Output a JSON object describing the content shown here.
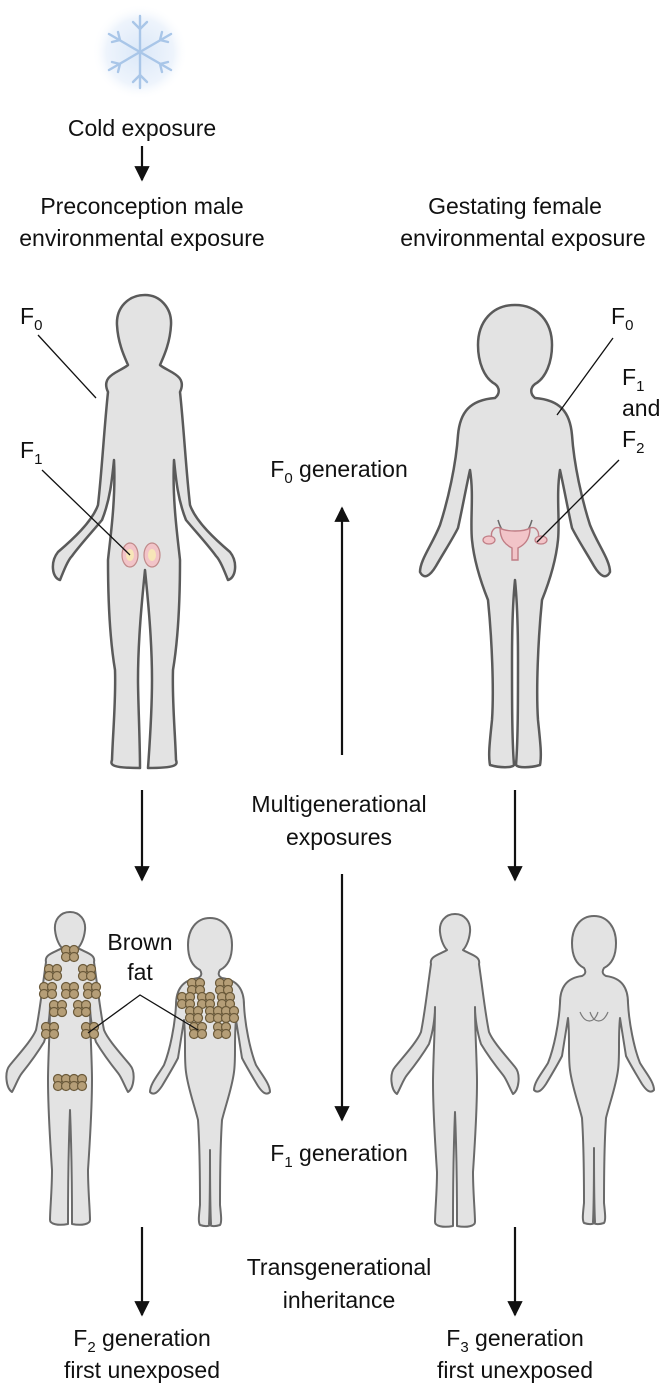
{
  "exposure": {
    "cold_label": "Cold exposure",
    "male_line1": "Preconception male",
    "male_line2": "environmental exposure",
    "female_line1": "Gestating female",
    "female_line2": "environmental exposure"
  },
  "male_labels": {
    "f0_main": "F",
    "f0_sub": "0",
    "f1_main": "F",
    "f1_sub": "1"
  },
  "female_labels": {
    "f0_main": "F",
    "f0_sub": "0",
    "f1_main": "F",
    "f1_sub": "1",
    "and": "and",
    "f2_main": "F",
    "f2_sub": "2"
  },
  "generations": {
    "f0_main": "F",
    "f0_sub": "0",
    "f0_text": " generation",
    "multi_line1": "Multigenerational",
    "multi_line2": "exposures",
    "f1_main": "F",
    "f1_sub": "1",
    "f1_text": " generation",
    "trans_line1": "Transgenerational",
    "trans_line2": "inheritance",
    "f2_main": "F",
    "f2_sub": "2",
    "f2_text": " generation",
    "f2_line2": "first unexposed",
    "f3_main": "F",
    "f3_sub": "3",
    "f3_text": " generation",
    "f3_line2": "first unexposed"
  },
  "brown_fat": {
    "line1": "Brown",
    "line2": "fat"
  },
  "icons": [
    "snowflake-icon",
    "testis-icon",
    "uterus-icon",
    "brown-fat-deposit-icon"
  ],
  "colors": {
    "body_fill": "#e3e3e3",
    "body_outline": "#5a5a5a",
    "brown_fat": "#b59e77",
    "organ_pink": "#f2c4c8",
    "snow_blue": "#a9c6e8"
  }
}
